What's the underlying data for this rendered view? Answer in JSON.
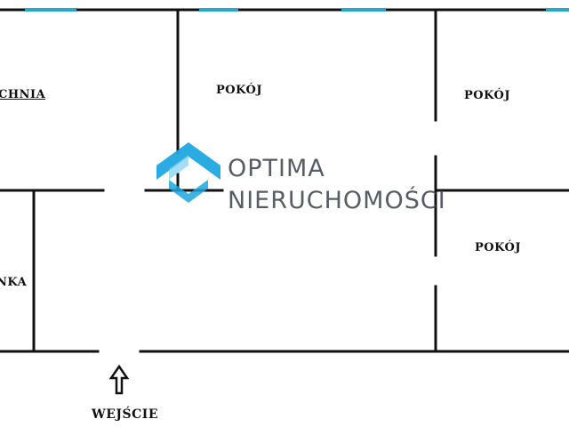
{
  "rooms": {
    "kitchen": "CHNIA",
    "room_1": "POKÓJ",
    "room_2": "POKÓJ",
    "room_3": "POKÓJ",
    "bathroom": "NKA"
  },
  "entrance": {
    "label": "WEJŚCIE"
  },
  "logo": {
    "line_1": "OPTIMA",
    "line_2": "NIERUCHOMOŚCI"
  },
  "colors": {
    "wall": "#111111",
    "window": "#2ba7cf",
    "logo_accent": "#1fa6e0",
    "logo_text": "#4a4f57"
  }
}
